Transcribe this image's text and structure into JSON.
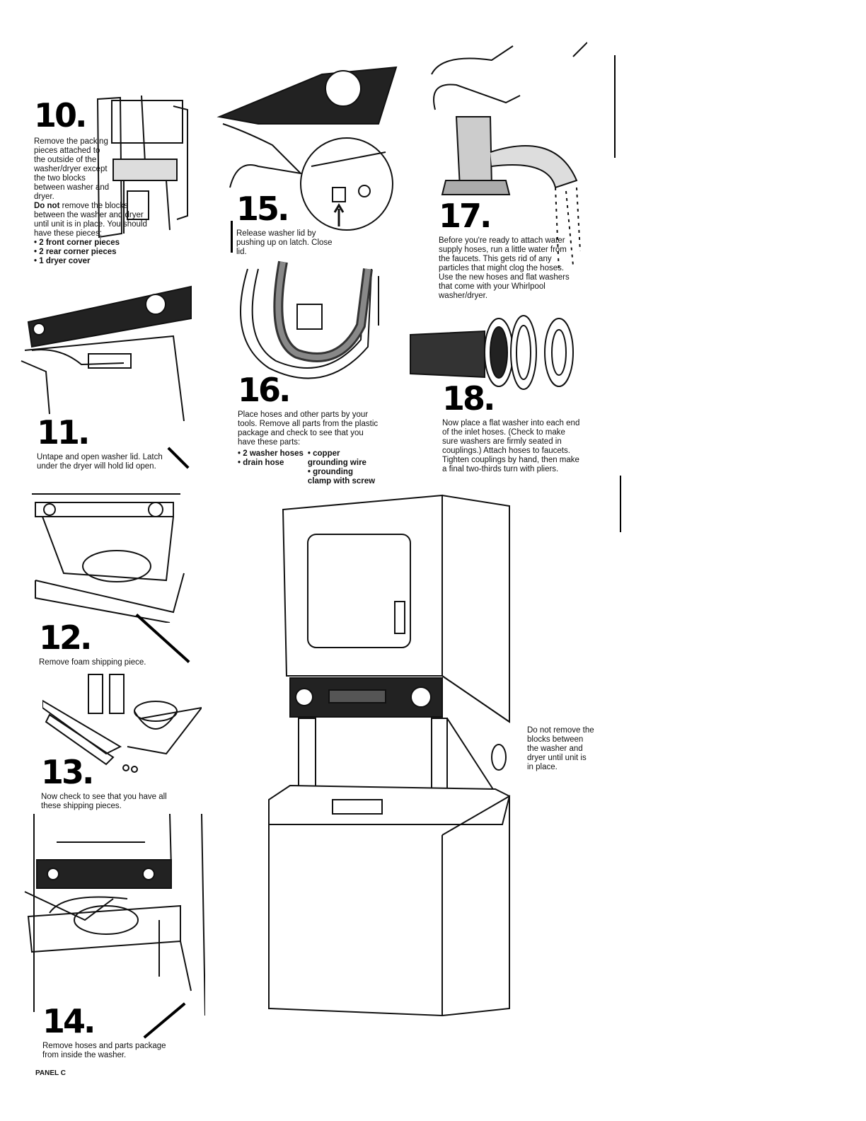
{
  "page": {
    "footer_label": "PANEL C"
  },
  "steps": {
    "s10": {
      "number": "10.",
      "text_1": "Remove the packing pieces attached to the outside of the washer/dryer except the two blocks between washer and dryer.",
      "text_bold": "Do not",
      "text_2": "remove the blocks between the washer and dryer until unit is in place. You should have these pieces:",
      "items": [
        "2 front corner pieces",
        "2 rear corner pieces",
        "1 dryer cover"
      ]
    },
    "s11": {
      "number": "11.",
      "text": "Untape and open washer lid. Latch under the dryer will hold lid open."
    },
    "s12": {
      "number": "12.",
      "text": "Remove foam shipping piece."
    },
    "s13": {
      "number": "13.",
      "text": "Now check to see that you have all these shipping pieces."
    },
    "s14": {
      "number": "14.",
      "text": "Remove hoses and parts package from inside the washer."
    },
    "s15": {
      "number": "15.",
      "text": "Release washer lid by pushing up on latch. Close lid."
    },
    "s16": {
      "number": "16.",
      "text": "Place hoses and other parts by your tools. Remove all parts from the plastic package and check to see that you have these parts:",
      "items_left": [
        "2 washer hoses",
        "drain hose"
      ],
      "items_right": [
        "copper grounding wire",
        "grounding clamp with screw"
      ]
    },
    "s17": {
      "number": "17.",
      "text": "Before you're ready to attach water supply hoses, run a little water from the faucets. This gets rid of any particles that might clog the hoses. Use the new hoses and flat washers that come with your Whirlpool washer/dryer."
    },
    "s18": {
      "number": "18.",
      "text": "Now place a flat washer into each end of the inlet hoses. (Check to make sure washers are firmly seated in couplings.) Attach hoses to faucets. Tighten couplings by hand, then make a final two-thirds turn with pliers."
    }
  },
  "callout": {
    "text": "Do not remove the blocks between the washer and dryer until unit is in place."
  },
  "icons": {
    "s10": "stacked-unit-packing-icon",
    "s11": "open-washer-lid-icon",
    "s12": "foam-shipping-piece-icon",
    "s13": "shipping-pieces-icon",
    "s14": "hoses-package-icon",
    "s15": "lid-latch-icon",
    "s16": "hoses-icon",
    "s17": "faucet-icon",
    "s18": "hose-coupling-icon",
    "main": "washer-dryer-unit-icon"
  }
}
